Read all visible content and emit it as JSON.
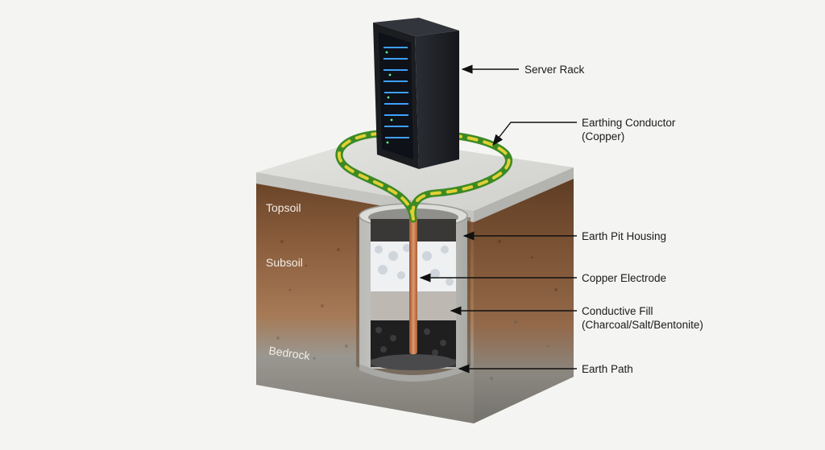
{
  "strata": {
    "topsoil": "Topsoil",
    "subsoil": "Subsoil",
    "bedrock": "Bedrock"
  },
  "labels": {
    "server_rack": "Server Rack",
    "conductor_line1": "Earthing Conductor",
    "conductor_line2": "(Copper)",
    "pit_housing": "Earth Pit Housing",
    "electrode": "Copper Electrode",
    "fill_line1": "Conductive Fill",
    "fill_line2": "(Charcoal/Salt/Bentonite)",
    "earth_path": "Earth Path"
  },
  "colors": {
    "background": "#f4f4f2",
    "slab": "#d9d9d6",
    "topsoil": "#7a5234",
    "subsoil": "#a27552",
    "bedrock": "#8f8d87",
    "copper": "#c87a48",
    "cable_green": "#4c9a2a",
    "cable_yellow": "#e4d23a",
    "rack": "#1e2126",
    "rack_leds": "#3fa0ff"
  }
}
